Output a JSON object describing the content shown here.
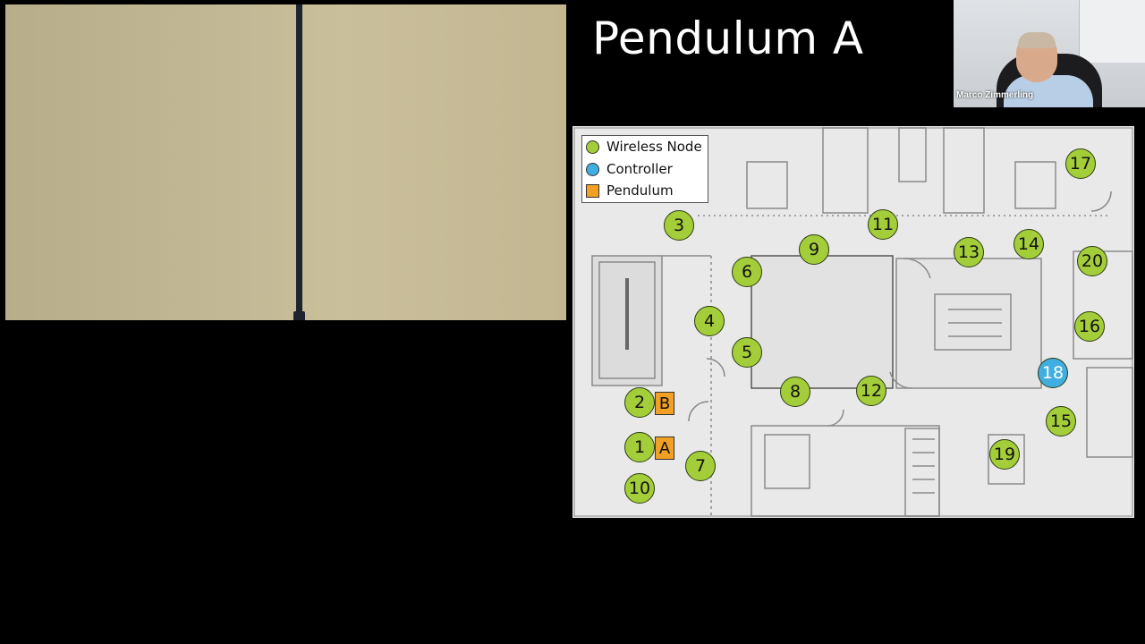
{
  "slide": {
    "title": "Pendulum A"
  },
  "webcam": {
    "participant_name": "Marco Zimmerling"
  },
  "legend": {
    "items": [
      {
        "label": "Wireless Node",
        "color": "#a4cd3a",
        "shape": "circle"
      },
      {
        "label": "Controller",
        "color": "#40aee0",
        "shape": "circle"
      },
      {
        "label": "Pendulum",
        "color": "#f2a024",
        "shape": "square"
      }
    ]
  },
  "nodes": [
    {
      "label": "1",
      "type": "wireless"
    },
    {
      "label": "2",
      "type": "wireless"
    },
    {
      "label": "3",
      "type": "wireless"
    },
    {
      "label": "4",
      "type": "wireless"
    },
    {
      "label": "5",
      "type": "wireless"
    },
    {
      "label": "6",
      "type": "wireless"
    },
    {
      "label": "7",
      "type": "wireless"
    },
    {
      "label": "8",
      "type": "wireless"
    },
    {
      "label": "9",
      "type": "wireless"
    },
    {
      "label": "10",
      "type": "wireless"
    },
    {
      "label": "11",
      "type": "wireless"
    },
    {
      "label": "12",
      "type": "wireless"
    },
    {
      "label": "13",
      "type": "wireless"
    },
    {
      "label": "14",
      "type": "wireless"
    },
    {
      "label": "15",
      "type": "wireless"
    },
    {
      "label": "16",
      "type": "wireless"
    },
    {
      "label": "17",
      "type": "wireless"
    },
    {
      "label": "18",
      "type": "controller"
    },
    {
      "label": "19",
      "type": "wireless"
    },
    {
      "label": "20",
      "type": "wireless"
    }
  ],
  "pendulums": [
    {
      "label": "A"
    },
    {
      "label": "B"
    }
  ]
}
